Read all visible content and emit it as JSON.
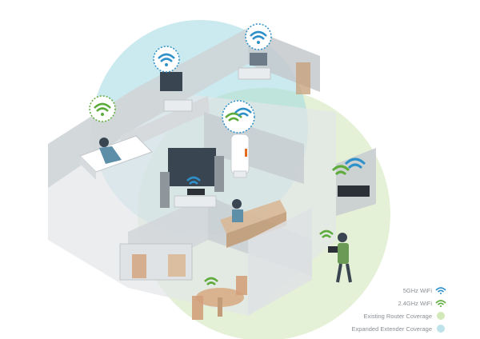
{
  "legend": {
    "items": [
      {
        "label": "5GHz WiFi",
        "icon": "wifi-5ghz-icon",
        "color": "#2e90c9"
      },
      {
        "label": "2.4GHz WiFi",
        "icon": "wifi-24ghz-icon",
        "color": "#5dab3a"
      },
      {
        "label": "Existing Router Coverage",
        "icon": "router-coverage-swatch",
        "color": "#d3e8b8"
      },
      {
        "label": "Expanded Extender Coverage",
        "icon": "extender-coverage-swatch",
        "color": "#bfe3ea"
      }
    ]
  },
  "colors": {
    "extender_coverage": "#9fd8e2",
    "router_coverage": "#cfe6b4",
    "wall": "#cfd3d6",
    "floor": "#e3e6e8",
    "wifi_blue": "#2e90c9",
    "wifi_green": "#5dab3a",
    "extender_accent": "#e46a1e"
  }
}
